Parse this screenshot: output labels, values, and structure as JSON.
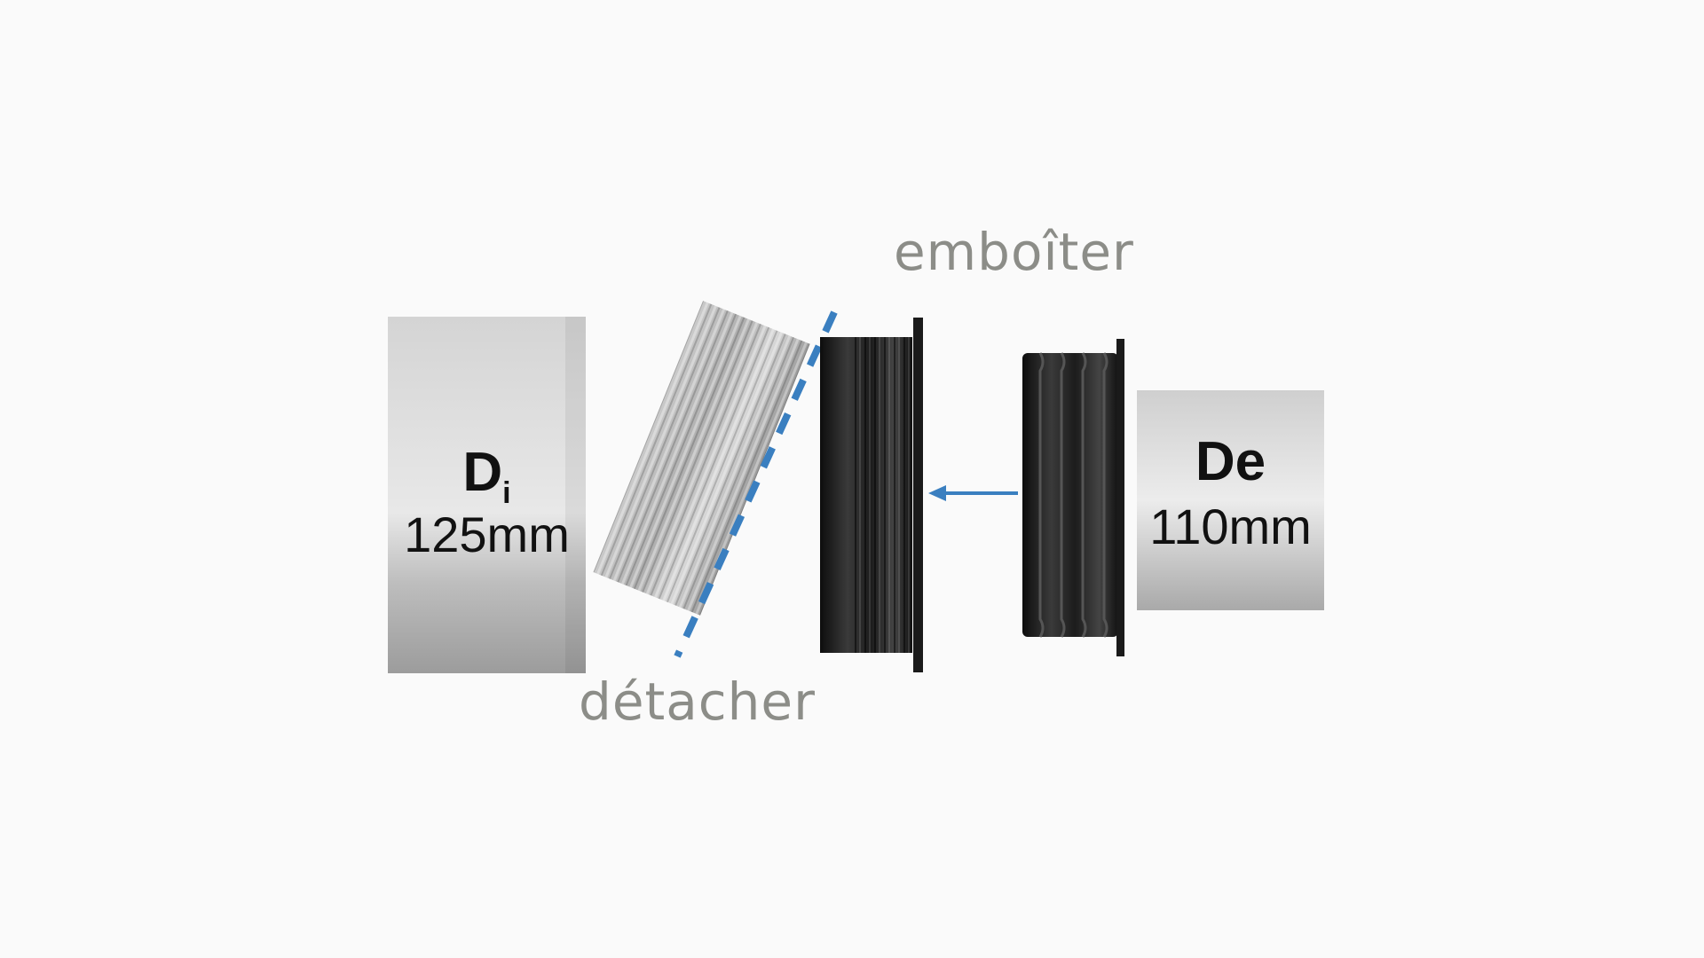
{
  "labels": {
    "fit": "emboîter",
    "detach": "détacher"
  },
  "inner_pipe": {
    "symbol": "D",
    "subscript": "i",
    "value": "125mm"
  },
  "outer_pipe": {
    "symbol": "De",
    "value": "110mm"
  },
  "colors": {
    "background": "#fafafa",
    "label_gray": "#8c8d88",
    "dash_blue": "#3a7fc0",
    "arrow_blue": "#3a7fc0",
    "adapter_black": "#1a1a1a",
    "metal_gray": "#a8a8a8"
  }
}
